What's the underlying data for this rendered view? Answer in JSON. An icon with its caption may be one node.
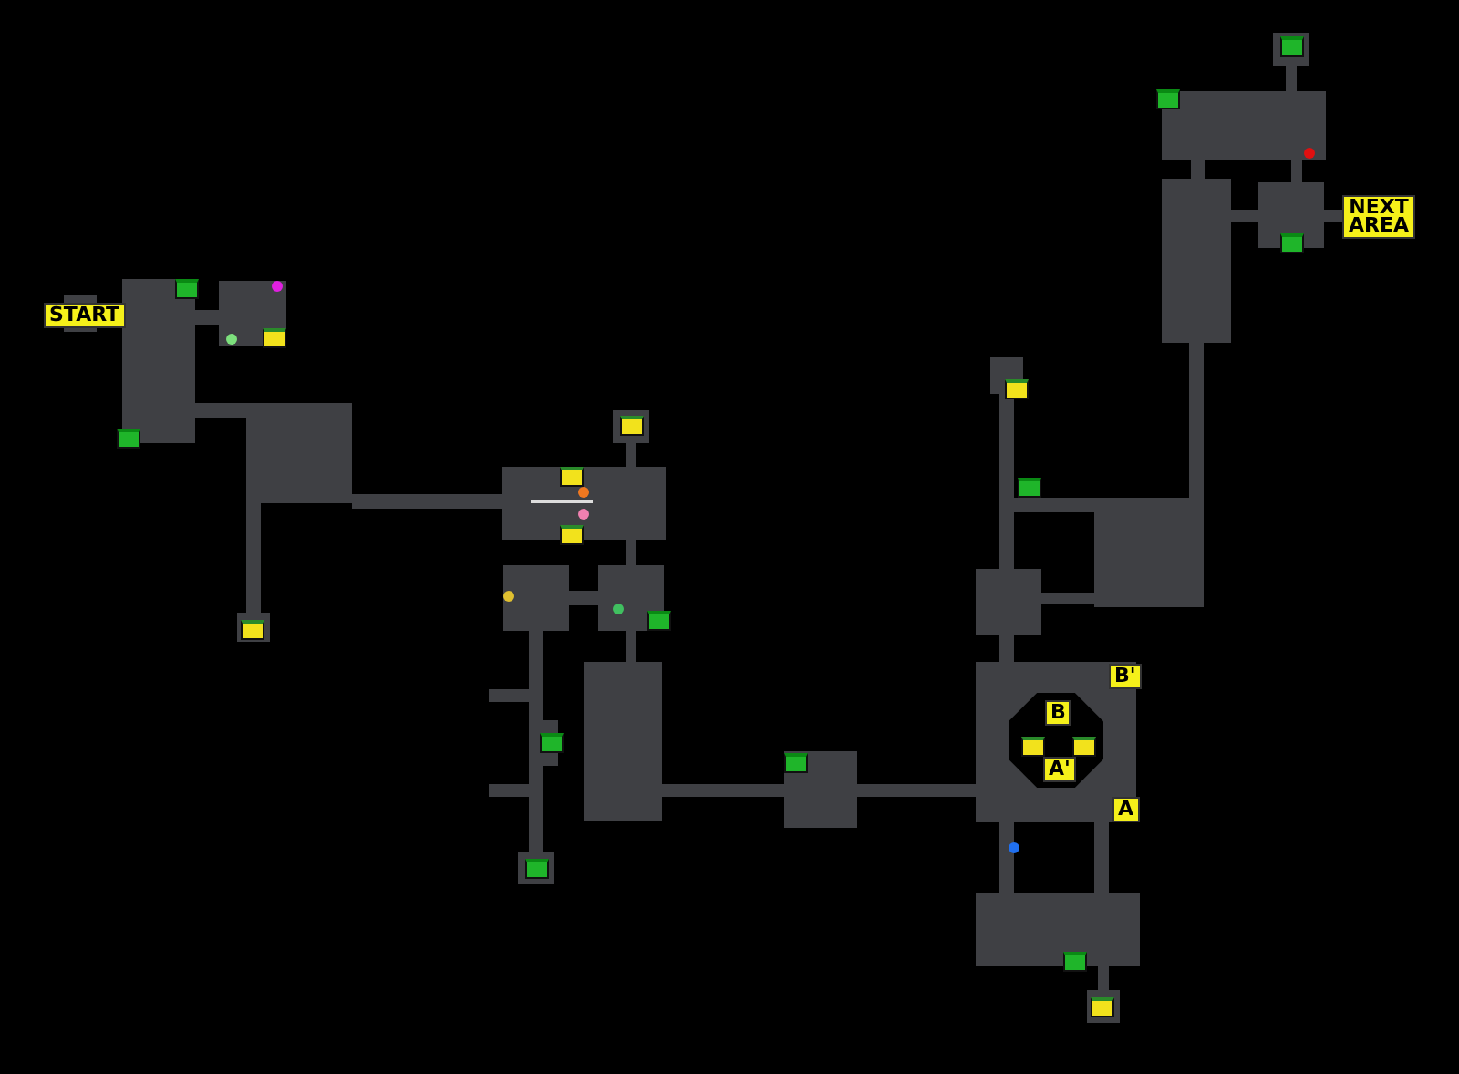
{
  "diagram": {
    "labels": [
      "START",
      "NEXT AREA",
      "B'",
      "B",
      "A'",
      "A"
    ]
  }
}
